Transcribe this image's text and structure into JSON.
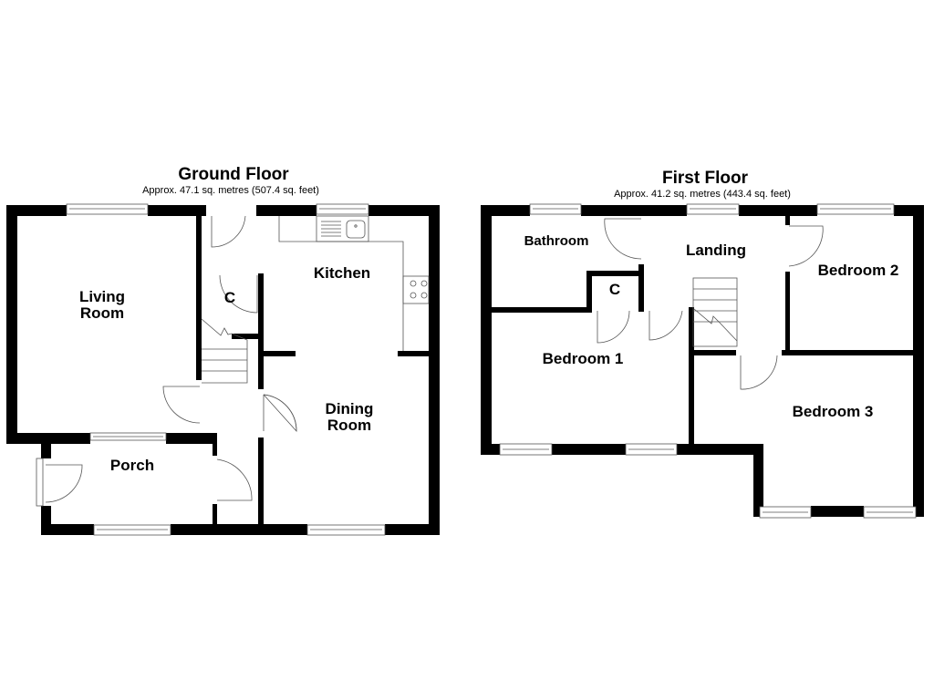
{
  "ground_floor": {
    "title": "Ground Floor",
    "area": "Approx. 47.1 sq. metres (507.4 sq. feet)",
    "rooms": {
      "living_room": [
        "Living",
        "Room"
      ],
      "kitchen": "Kitchen",
      "cupboard": "C",
      "dining_room": [
        "Dining",
        "Room"
      ],
      "porch": "Porch"
    }
  },
  "first_floor": {
    "title": "First Floor",
    "area": "Approx. 41.2 sq. metres (443.4 sq. feet)",
    "rooms": {
      "bathroom": "Bathroom",
      "landing": "Landing",
      "cupboard": "C",
      "bedroom_1": "Bedroom 1",
      "bedroom_2": "Bedroom 2",
      "bedroom_3": "Bedroom 3"
    }
  },
  "colors": {
    "wall": "#000000",
    "background": "#ffffff",
    "fixture_line": "#555555"
  }
}
